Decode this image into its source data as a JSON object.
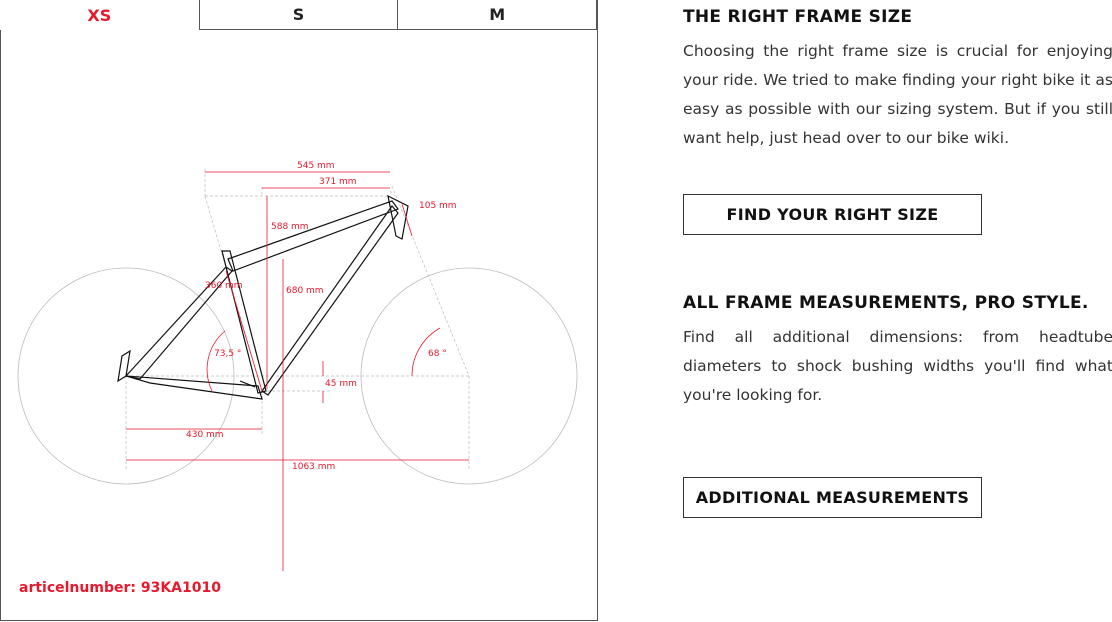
{
  "tabs": [
    {
      "label": "XS",
      "active": true
    },
    {
      "label": "S",
      "active": false
    },
    {
      "label": "M",
      "active": false
    }
  ],
  "geometry": {
    "measurements": {
      "reach": "545 mm",
      "top_tube": "371 mm",
      "head_tube": "105 mm",
      "stack": "588 mm",
      "seat_tube": "360 mm",
      "standover": "680 mm",
      "seat_angle": "73,5 °",
      "head_angle": "68 °",
      "bb_drop": "45 mm",
      "chainstay": "430 mm",
      "wheelbase": "1063 mm"
    }
  },
  "article": "articelnumber: 93KA1010",
  "sections": {
    "frame_size": {
      "title": "THE RIGHT FRAME SIZE",
      "text": "Choosing the right frame size is crucial for enjoying your ride. We tried to make finding your right bike it as easy as possible with our sizing system. But if you still want help, just head over to our bike wiki.",
      "button": "FIND YOUR RIGHT SIZE"
    },
    "measurements": {
      "title": "ALL FRAME MEASUREMENTS, PRO STYLE.",
      "text": "Find all additional dimensions: from headtube diameters to shock bushing widths you'll find what you're looking for.",
      "button": "ADDITIONAL MEASUREMENTS"
    }
  },
  "colors": {
    "accent": "#e8192c",
    "border": "#555555"
  }
}
